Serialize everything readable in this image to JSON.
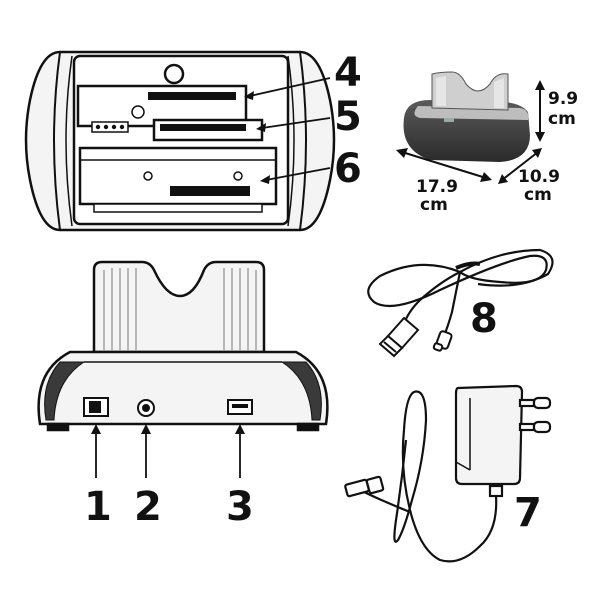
{
  "callouts": {
    "usb_port": "1",
    "power_jack": "2",
    "power_switch": "3",
    "ide_slot": "4",
    "ide_slot_b": "5",
    "sata_slot": "6",
    "power_adapter": "7",
    "usb_cable": "8"
  },
  "dimensions": {
    "height_value": "9.9",
    "height_unit": "cm",
    "width_value": "17.9",
    "width_unit": "cm",
    "depth_value": "10.9",
    "depth_unit": "cm"
  },
  "colors": {
    "outline": "#111111",
    "body_light": "#f2f2f2",
    "body_dark": "#3a3a3a",
    "photo_dark": "#2e2e2e",
    "photo_mid": "#6a6a6a",
    "photo_light": "#d9d9d9"
  },
  "icons": {
    "power_switch": "rocker-switch-icon",
    "usb_port": "usb-a-port-icon",
    "power_jack": "dc-jack-icon",
    "usb_plug": "usb-plug-icon",
    "wall_plug": "wall-plug-icon"
  }
}
